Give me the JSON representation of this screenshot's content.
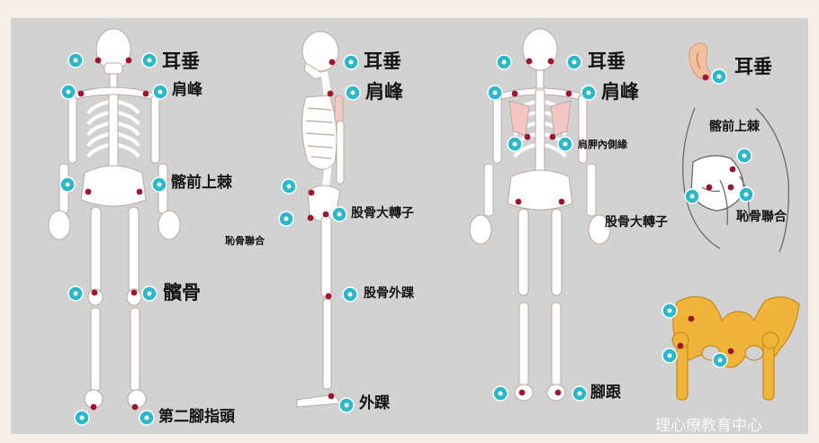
{
  "colors": {
    "panel": "#d3d2d2",
    "page": "#f4efe7",
    "bone": "#ffffff",
    "bone_stroke": "#b9a9a2",
    "marker_dot": "#a0142e",
    "badge": "#2bb8c9",
    "pelvis": "#f0b43a",
    "ear": "#f2c09c"
  },
  "figures": [
    {
      "name": "front-skeleton"
    },
    {
      "name": "side-skeleton"
    },
    {
      "name": "back-skeleton"
    },
    {
      "name": "ear-detail"
    },
    {
      "name": "hip-side-detail"
    },
    {
      "name": "pelvis-front-detail"
    }
  ],
  "labels": {
    "front_earlobe": "耳垂",
    "front_acromion": "肩峰",
    "front_asis": "髂前上棘",
    "front_patella": "髕骨",
    "front_second_toe": "第二腳指頭",
    "side_earlobe": "耳垂",
    "side_acromion": "肩峰",
    "side_greater_trochanter": "股骨大轉子",
    "side_pubic_symphysis": "恥骨聯合",
    "side_lateral_condyle": "股骨外踝",
    "side_lateral_malleolus": "外踝",
    "back_earlobe": "耳垂",
    "back_acromion": "肩峰",
    "back_scapula_medial": "肩胛內側緣",
    "back_greater_trochanter": "股骨大轉子",
    "back_heel": "腳跟",
    "ear_earlobe": "耳垂",
    "hip_asis": "髂前上棘",
    "hip_pubic_symphysis": "恥骨聯合",
    "watermark": "理心療教育中心"
  }
}
